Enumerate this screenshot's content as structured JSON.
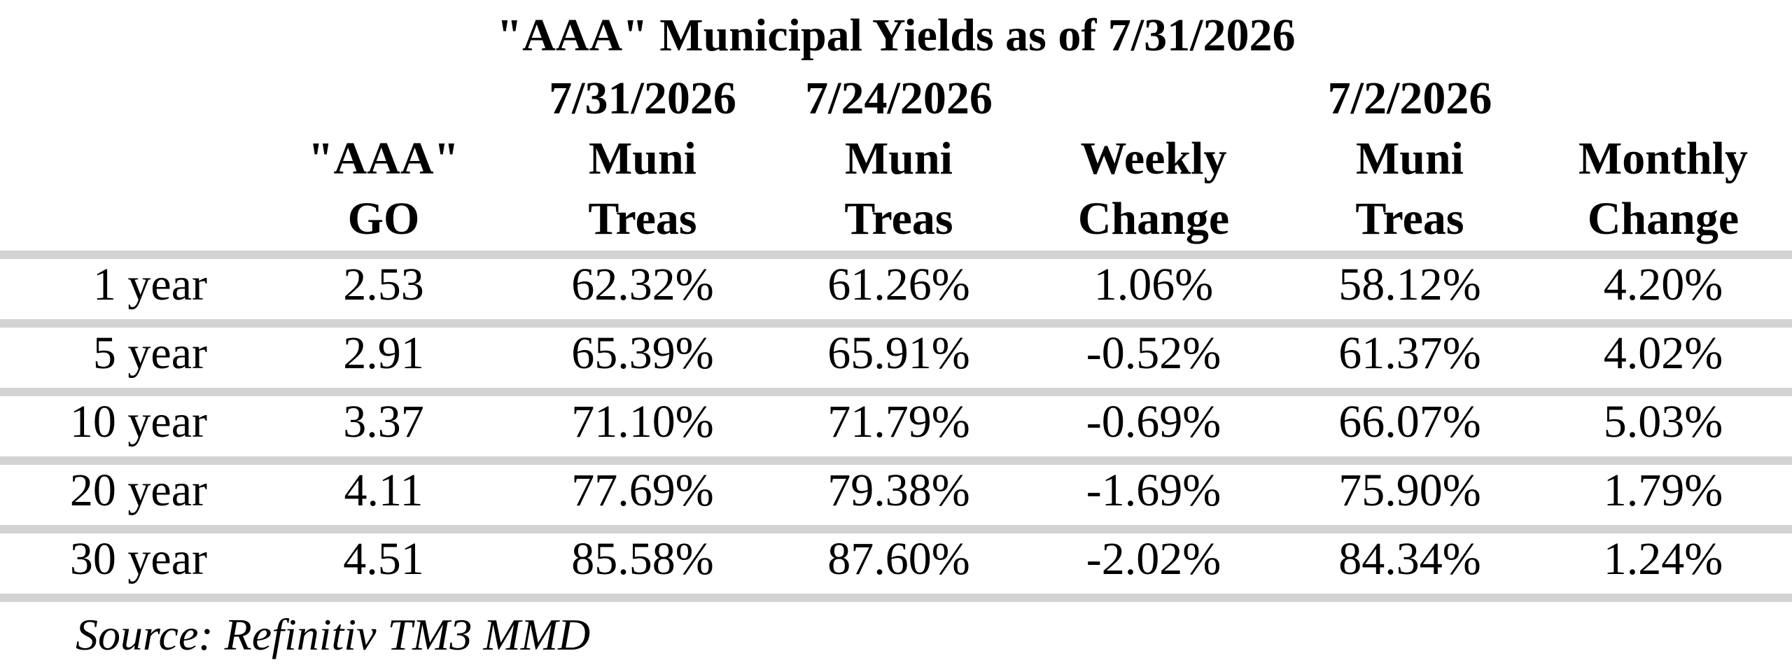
{
  "chart_data": {
    "type": "table",
    "title": "\"AAA\" Municipal Yields as of 7/31/2026",
    "columns": [
      {
        "key": "go",
        "header": [
          "",
          "\"AAA\"",
          "GO"
        ]
      },
      {
        "key": "muni_treas_0731",
        "header": [
          "7/31/2026",
          "Muni",
          "Treas"
        ]
      },
      {
        "key": "muni_treas_0724",
        "header": [
          "7/24/2026",
          "Muni",
          "Treas"
        ]
      },
      {
        "key": "weekly_change",
        "header": [
          "",
          "Weekly",
          "Change"
        ]
      },
      {
        "key": "muni_treas_0702",
        "header": [
          "7/2/2026",
          "Muni",
          "Treas"
        ]
      },
      {
        "key": "monthly_change",
        "header": [
          "",
          "Monthly",
          "Change"
        ]
      }
    ],
    "rows": [
      {
        "label": "1 year",
        "cells": [
          "2.53",
          "62.32%",
          "61.26%",
          "1.06%",
          "58.12%",
          "4.20%"
        ]
      },
      {
        "label": "5 year",
        "cells": [
          "2.91",
          "65.39%",
          "65.91%",
          "-0.52%",
          "61.37%",
          "4.02%"
        ]
      },
      {
        "label": "10 year",
        "cells": [
          "3.37",
          "71.10%",
          "71.79%",
          "-0.69%",
          "66.07%",
          "5.03%"
        ]
      },
      {
        "label": "20 year",
        "cells": [
          "4.11",
          "77.69%",
          "79.38%",
          "-1.69%",
          "75.90%",
          "1.79%"
        ]
      },
      {
        "label": "30 year",
        "cells": [
          "4.51",
          "85.58%",
          "87.60%",
          "-2.02%",
          "84.34%",
          "1.24%"
        ]
      }
    ],
    "source": "Source: Refinitiv TM3 MMD"
  }
}
